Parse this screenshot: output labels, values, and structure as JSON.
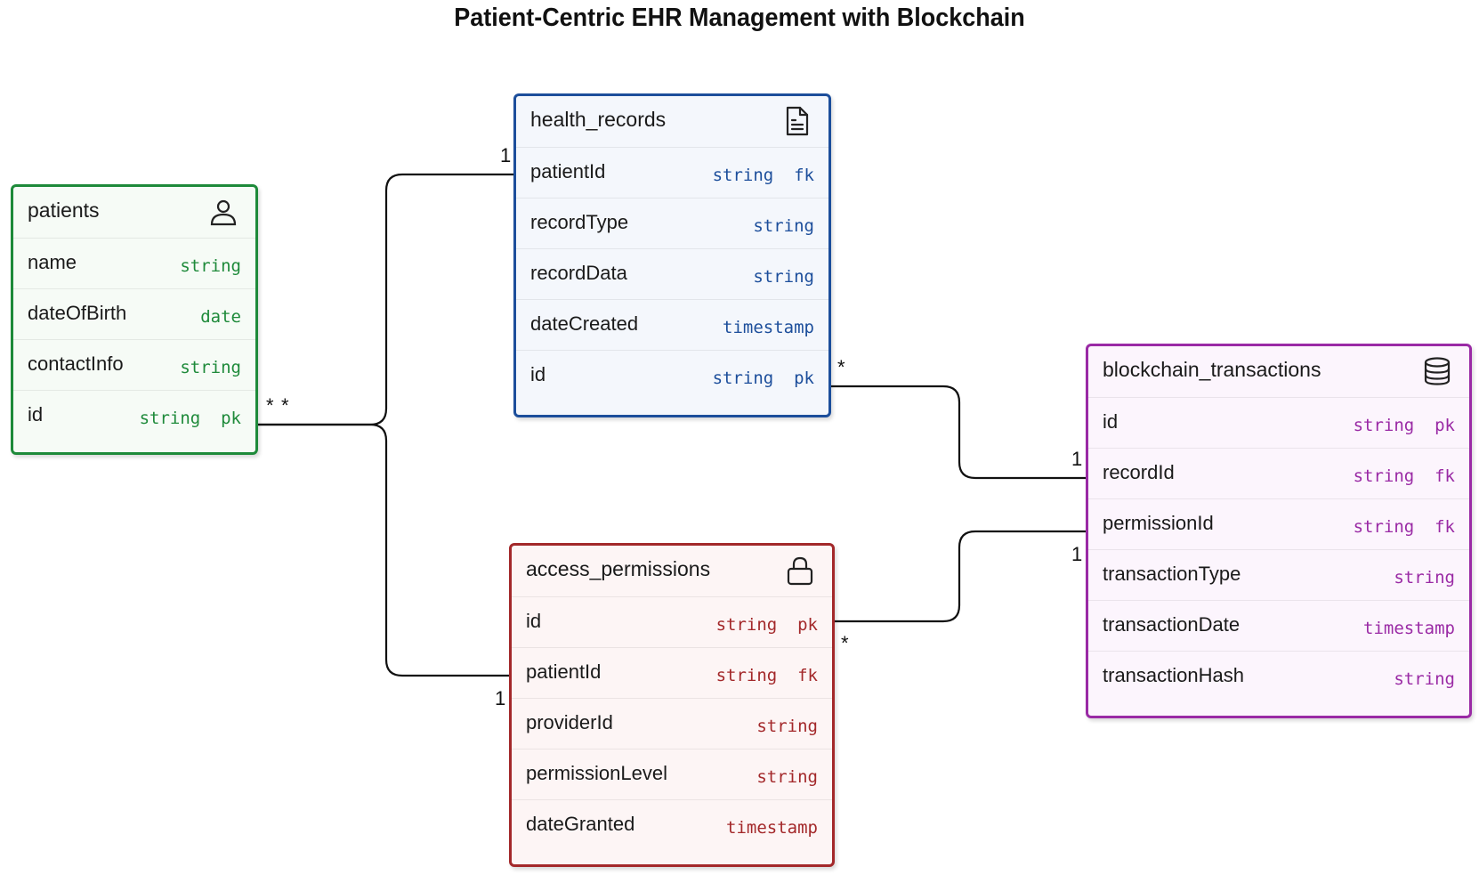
{
  "title": "Patient-Centric EHR Management with Blockchain",
  "entities": {
    "patients": {
      "name": "patients",
      "icon": "user-icon",
      "color": "#1e8a3a",
      "bg": "#f6fbf6",
      "fields": [
        {
          "name": "name",
          "type": "string"
        },
        {
          "name": "dateOfBirth",
          "type": "date"
        },
        {
          "name": "contactInfo",
          "type": "string"
        },
        {
          "name": "id",
          "type": "string  pk"
        }
      ]
    },
    "health_records": {
      "name": "health_records",
      "icon": "document-icon",
      "color": "#1c4e9b",
      "bg": "#f4f7fc",
      "fields": [
        {
          "name": "patientId",
          "type": "string  fk"
        },
        {
          "name": "recordType",
          "type": "string"
        },
        {
          "name": "recordData",
          "type": "string"
        },
        {
          "name": "dateCreated",
          "type": "timestamp"
        },
        {
          "name": "id",
          "type": "string  pk"
        }
      ]
    },
    "access_permissions": {
      "name": "access_permissions",
      "icon": "lock-icon",
      "color": "#a3282a",
      "bg": "#fdf5f5",
      "fields": [
        {
          "name": "id",
          "type": "string  pk"
        },
        {
          "name": "patientId",
          "type": "string  fk"
        },
        {
          "name": "providerId",
          "type": "string"
        },
        {
          "name": "permissionLevel",
          "type": "string"
        },
        {
          "name": "dateGranted",
          "type": "timestamp"
        }
      ]
    },
    "blockchain_transactions": {
      "name": "blockchain_transactions",
      "icon": "database-icon",
      "color": "#9a2aa5",
      "bg": "#fcf5fd",
      "fields": [
        {
          "name": "id",
          "type": "string  pk"
        },
        {
          "name": "recordId",
          "type": "string  fk"
        },
        {
          "name": "permissionId",
          "type": "string  fk"
        },
        {
          "name": "transactionType",
          "type": "string"
        },
        {
          "name": "transactionDate",
          "type": "timestamp"
        },
        {
          "name": "transactionHash",
          "type": "string"
        }
      ]
    }
  },
  "relationships": [
    {
      "from": "patients.id",
      "to": "health_records.patientId",
      "from_card": "*",
      "to_card": "1"
    },
    {
      "from": "patients.id",
      "to": "access_permissions.patientId",
      "from_card": "*",
      "to_card": "1"
    },
    {
      "from": "health_records.id",
      "to": "blockchain_transactions.recordId",
      "from_card": "*",
      "to_card": "1"
    },
    {
      "from": "access_permissions.id",
      "to": "blockchain_transactions.permissionId",
      "from_card": "*",
      "to_card": "1"
    }
  ]
}
